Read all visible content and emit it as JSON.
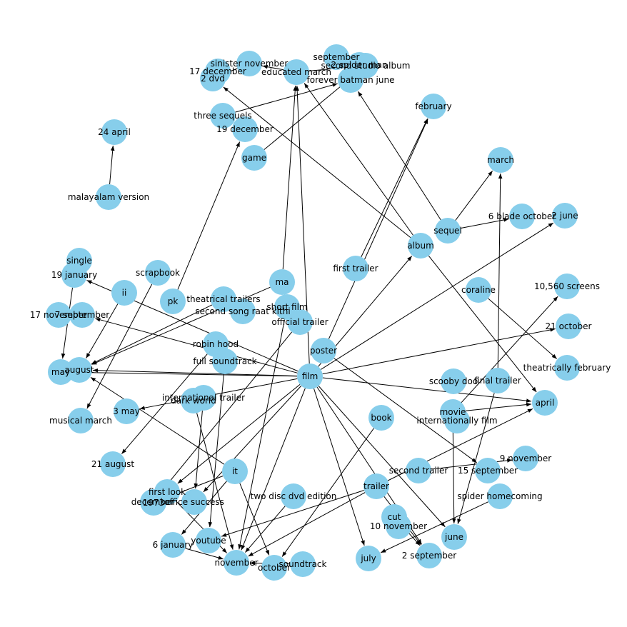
{
  "colors": {
    "node": "#87ceeb",
    "edge": "#000000",
    "label": "#000000",
    "background": "#ffffff"
  },
  "nodes": [
    {
      "id": "september",
      "label": "september"
    },
    {
      "id": "2 spider man",
      "label": "2  spider man"
    },
    {
      "id": "second studio album",
      "label": "second studio album"
    },
    {
      "id": "sinister november",
      "label": "sinister november"
    },
    {
      "id": "17 december",
      "label": "17  december"
    },
    {
      "id": "2 dvd",
      "label": "2  dvd"
    },
    {
      "id": "educated march",
      "label": "educated  march"
    },
    {
      "id": "forever batman june",
      "label": "forever batman june"
    },
    {
      "id": "february",
      "label": "february"
    },
    {
      "id": "three sequels",
      "label": "three  sequels"
    },
    {
      "id": "19 december",
      "label": "19  december"
    },
    {
      "id": "24 april",
      "label": "24  april"
    },
    {
      "id": "game",
      "label": "game"
    },
    {
      "id": "march",
      "label": "march"
    },
    {
      "id": "malayalam version",
      "label": "malayalam version"
    },
    {
      "id": "6 blade october",
      "label": "6 blade october"
    },
    {
      "id": "2 june",
      "label": "2  june"
    },
    {
      "id": "sequel",
      "label": "sequel"
    },
    {
      "id": "album",
      "label": "album"
    },
    {
      "id": "single",
      "label": "single"
    },
    {
      "id": "19 january",
      "label": "19  january"
    },
    {
      "id": "scrapbook",
      "label": "scrapbook"
    },
    {
      "id": "first trailer",
      "label": "first  trailer"
    },
    {
      "id": "ma",
      "label": "ma"
    },
    {
      "id": "ii",
      "label": "ii"
    },
    {
      "id": "pk",
      "label": "pk"
    },
    {
      "id": "theatrical trailers",
      "label": "theatrical  trailers"
    },
    {
      "id": "10,560 screens",
      "label": "10,560  screens"
    },
    {
      "id": "coraline",
      "label": "coraline"
    },
    {
      "id": "short film",
      "label": "short  film"
    },
    {
      "id": "second song raat kithi",
      "label": "second song raat kithi"
    },
    {
      "id": "17 november",
      "label": "17  november"
    },
    {
      "id": "7 september",
      "label": "7  september"
    },
    {
      "id": "official trailer",
      "label": "official  trailer"
    },
    {
      "id": "21 october",
      "label": "21  october"
    },
    {
      "id": "robin hood",
      "label": "robin hood"
    },
    {
      "id": "poster",
      "label": "poster"
    },
    {
      "id": "full soundtrack",
      "label": "full  soundtrack"
    },
    {
      "id": "theatrically february",
      "label": "theatrically  february"
    },
    {
      "id": "may",
      "label": "may"
    },
    {
      "id": "august",
      "label": "august"
    },
    {
      "id": "film",
      "label": "film"
    },
    {
      "id": "scooby doo",
      "label": "scooby doo"
    },
    {
      "id": "final trailer",
      "label": "final  trailer"
    },
    {
      "id": "international trailer",
      "label": "international  trailer"
    },
    {
      "id": "dark world",
      "label": "dark  world"
    },
    {
      "id": "april",
      "label": "april"
    },
    {
      "id": "movie",
      "label": "movie"
    },
    {
      "id": "internationally film",
      "label": "internationally  film"
    },
    {
      "id": "3 may",
      "label": "3  may"
    },
    {
      "id": "book",
      "label": "book"
    },
    {
      "id": "musical march",
      "label": "musical  march"
    },
    {
      "id": "9 november",
      "label": "9  november"
    },
    {
      "id": "21 august",
      "label": "21  august"
    },
    {
      "id": "second trailer",
      "label": "second  trailer"
    },
    {
      "id": "15 september",
      "label": "15  september"
    },
    {
      "id": "it",
      "label": "it"
    },
    {
      "id": "trailer",
      "label": "trailer"
    },
    {
      "id": "spider homecoming",
      "label": "spider homecoming"
    },
    {
      "id": "first look",
      "label": "first  look"
    },
    {
      "id": "1973",
      "label": "1973"
    },
    {
      "id": "december",
      "label": "december"
    },
    {
      "id": "office success",
      "label": "office success"
    },
    {
      "id": "two disc dvd edition",
      "label": "two disc dvd edition"
    },
    {
      "id": "cut",
      "label": "cut"
    },
    {
      "id": "10 november",
      "label": "10  november"
    },
    {
      "id": "6 january",
      "label": "6  january"
    },
    {
      "id": "youtube",
      "label": "youtube"
    },
    {
      "id": "june",
      "label": "june"
    },
    {
      "id": "july",
      "label": "july"
    },
    {
      "id": "2 september",
      "label": "2  september"
    },
    {
      "id": "november",
      "label": "november"
    },
    {
      "id": "october",
      "label": "october"
    },
    {
      "id": "soundtrack",
      "label": "soundtrack"
    }
  ],
  "edges": [
    {
      "source": "malayalam version",
      "target": "24 april"
    },
    {
      "source": "sinister november",
      "target": "2 dvd"
    },
    {
      "source": "educated march",
      "target": "sinister november"
    },
    {
      "source": "educated march",
      "target": "second studio album"
    },
    {
      "source": "three sequels",
      "target": "forever batman june"
    },
    {
      "source": "game",
      "target": "second studio album"
    },
    {
      "source": "sequel",
      "target": "march"
    },
    {
      "source": "sequel",
      "target": "6 blade october"
    },
    {
      "source": "sequel",
      "target": "forever batman june"
    },
    {
      "source": "album",
      "target": "2 dvd"
    },
    {
      "source": "album",
      "target": "educated march"
    },
    {
      "source": "album",
      "target": "april"
    },
    {
      "source": "first trailer",
      "target": "february"
    },
    {
      "source": "pk",
      "target": "19 december"
    },
    {
      "source": "ma",
      "target": "educated march"
    },
    {
      "source": "ma",
      "target": "august"
    },
    {
      "source": "ii",
      "target": "august"
    },
    {
      "source": "scrapbook",
      "target": "musical march"
    },
    {
      "source": "19 january",
      "target": "may"
    },
    {
      "source": "theatrical trailers",
      "target": "august"
    },
    {
      "source": "coraline",
      "target": "theatrically february"
    },
    {
      "source": "short film",
      "target": "november"
    },
    {
      "source": "official trailer",
      "target": "december"
    },
    {
      "source": "robin hood",
      "target": "21 august"
    },
    {
      "source": "full soundtrack",
      "target": "youtube"
    },
    {
      "source": "poster",
      "target": "february"
    },
    {
      "source": "poster",
      "target": "15 september"
    },
    {
      "source": "film",
      "target": "19 january"
    },
    {
      "source": "film",
      "target": "7 september"
    },
    {
      "source": "film",
      "target": "may"
    },
    {
      "source": "film",
      "target": "august"
    },
    {
      "source": "film",
      "target": "2 june"
    },
    {
      "source": "film",
      "target": "21 october"
    },
    {
      "source": "film",
      "target": "april"
    },
    {
      "source": "film",
      "target": "3 may"
    },
    {
      "source": "film",
      "target": "june"
    },
    {
      "source": "film",
      "target": "july"
    },
    {
      "source": "film",
      "target": "2 september"
    },
    {
      "source": "film",
      "target": "november"
    },
    {
      "source": "film",
      "target": "educated march"
    },
    {
      "source": "film",
      "target": "album"
    },
    {
      "source": "film",
      "target": "office success"
    },
    {
      "source": "film",
      "target": "first look"
    },
    {
      "source": "movie",
      "target": "april"
    },
    {
      "source": "movie",
      "target": "june"
    },
    {
      "source": "movie",
      "target": "10,560 screens"
    },
    {
      "source": "final trailer",
      "target": "march"
    },
    {
      "source": "final trailer",
      "target": "june"
    },
    {
      "source": "trailer",
      "target": "april"
    },
    {
      "source": "trailer",
      "target": "youtube"
    },
    {
      "source": "trailer",
      "target": "2 september"
    },
    {
      "source": "trailer",
      "target": "november"
    },
    {
      "source": "second trailer",
      "target": "9 november"
    },
    {
      "source": "it",
      "target": "august"
    },
    {
      "source": "it",
      "target": "6 january"
    },
    {
      "source": "it",
      "target": "october"
    },
    {
      "source": "it",
      "target": "1973"
    },
    {
      "source": "book",
      "target": "october"
    },
    {
      "source": "spider homecoming",
      "target": "july"
    },
    {
      "source": "two disc dvd edition",
      "target": "november"
    },
    {
      "source": "dark world",
      "target": "november"
    },
    {
      "source": "international trailer",
      "target": "office success"
    },
    {
      "source": "first look",
      "target": "november"
    },
    {
      "source": "cut",
      "target": "2 september"
    },
    {
      "source": "soundtrack",
      "target": "november"
    },
    {
      "source": "6 january",
      "target": "november"
    }
  ]
}
